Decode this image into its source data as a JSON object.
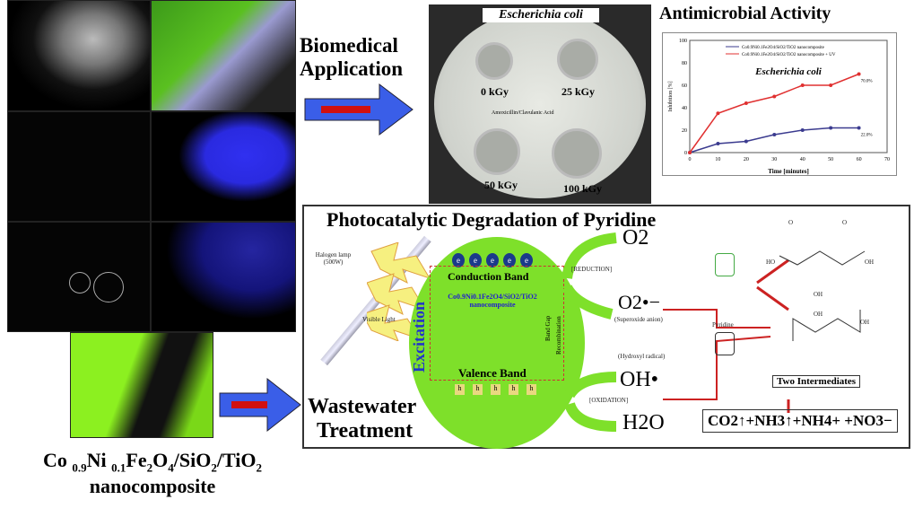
{
  "composite": {
    "formula_parts": [
      "Co ",
      "0.9",
      "Ni ",
      "0.1",
      "Fe",
      "2",
      "O",
      "4",
      "/SiO",
      "2",
      "/TiO",
      "2"
    ],
    "line2": "nanocomposite"
  },
  "biomedical": {
    "line1": "Biomedical",
    "line2": "Application"
  },
  "petri": {
    "title": "Escherichia coli",
    "doses": [
      "0 kGy",
      "25 kGy",
      "50 kGy",
      "100 kGy"
    ],
    "center_text": "Amoxicillin/Clavulanic Acid"
  },
  "antimicrobial": {
    "title": "Antimicrobial Activity"
  },
  "chart_data": {
    "type": "line",
    "title": "Escherichia coli",
    "xlabel": "Time [minutes]",
    "ylabel": "Inhibition [%]",
    "x": [
      0,
      10,
      20,
      30,
      40,
      50,
      60
    ],
    "xlim": [
      0,
      70
    ],
    "ylim": [
      0,
      100
    ],
    "xticks": [
      "0",
      "10",
      "20",
      "30",
      "40",
      "50",
      "60",
      "70"
    ],
    "yticks": [
      "0",
      "20",
      "40",
      "60",
      "80",
      "100"
    ],
    "legend_position": "top",
    "series": [
      {
        "name": "Co0.9Ni0.1Fe2O4/SiO2/TiO2 nanocomposite",
        "color": "#3b3b8f",
        "values": [
          0,
          8,
          10,
          16,
          20,
          22,
          22
        ],
        "end_label": "22.0%"
      },
      {
        "name": "Co0.9Ni0.1Fe2O4/SiO2/TiO2 nanocomposite + UV",
        "color": "#e03030",
        "values": [
          0,
          35,
          44,
          50,
          60,
          60,
          70
        ],
        "end_label": "70.0%"
      }
    ]
  },
  "photo": {
    "title": "Photocatalytic Degradation of Pyridine",
    "lamp": "Halogen lamp (500W)",
    "visible": "Visible Light",
    "cb": "Conduction Band",
    "vb": "Valence Band",
    "material": "Co0.9Ni0.1Fe2O4/SiO2/TiO2",
    "material2": "nanocomposite",
    "excitation": "Excitation",
    "band_gap": "Band Gap",
    "recomb": "Recombination",
    "electron": "e",
    "hole": "h",
    "o2": "O2",
    "reduction": "[REDUCTION]",
    "o2rad": "O2•−",
    "superoxide": "(Superoxide anion)",
    "hydroxyl": "(Hydroxyl radical)",
    "oh": "OH•",
    "oxidation": "[OXIDATION]",
    "h2o": "H2O",
    "pyridine": "Pyridine",
    "ho": "HO",
    "oh1": "OH",
    "oh2": "OH",
    "oh3": "OH",
    "oh4": "OH",
    "o_a": "O",
    "o_b": "O",
    "intermediates": "Two Intermediates",
    "products": "CO2↑+NH3↑+NH4+ +NO3−"
  },
  "wastewater": {
    "line1": "Wastewater",
    "line2": "Treatment"
  }
}
